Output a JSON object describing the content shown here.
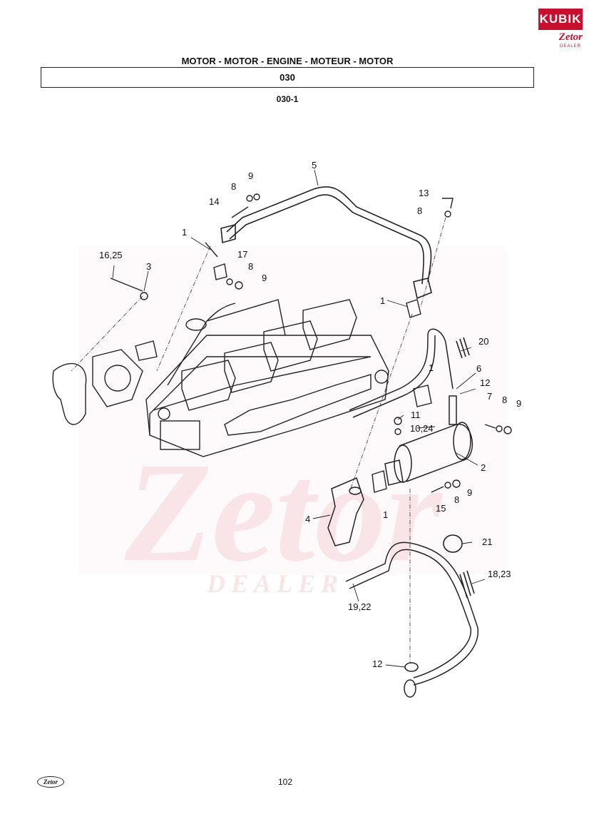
{
  "logo": {
    "brand": "KUBIK",
    "sub": "Zetor",
    "dealer": "DEALER"
  },
  "header": {
    "title": "MOTOR - MOTOR - ENGINE - MOTEUR - MOTOR",
    "section": "030",
    "subsection": "030-1"
  },
  "watermark": {
    "text": "Zetor",
    "dealer": "DEALER"
  },
  "callouts": {
    "c1a": "1",
    "c1b": "1",
    "c1c": "1",
    "c1d": "1",
    "c2": "2",
    "c3": "3",
    "c4": "4",
    "c5": "5",
    "c6": "6",
    "c7": "7",
    "c8a": "8",
    "c8b": "8",
    "c8c": "8",
    "c8d": "8",
    "c8e": "8",
    "c9a": "9",
    "c9b": "9",
    "c9c": "9",
    "c9d": "9",
    "c11": "11",
    "c10_24": "10,24",
    "c12a": "12",
    "c12b": "12",
    "c13": "13",
    "c14": "14",
    "c15": "15",
    "c16_25": "16,25",
    "c17": "17",
    "c18_23": "18,23",
    "c19_22": "19,22",
    "c20": "20",
    "c21": "21"
  },
  "footer": {
    "logo": "Zetor",
    "page": "102"
  }
}
